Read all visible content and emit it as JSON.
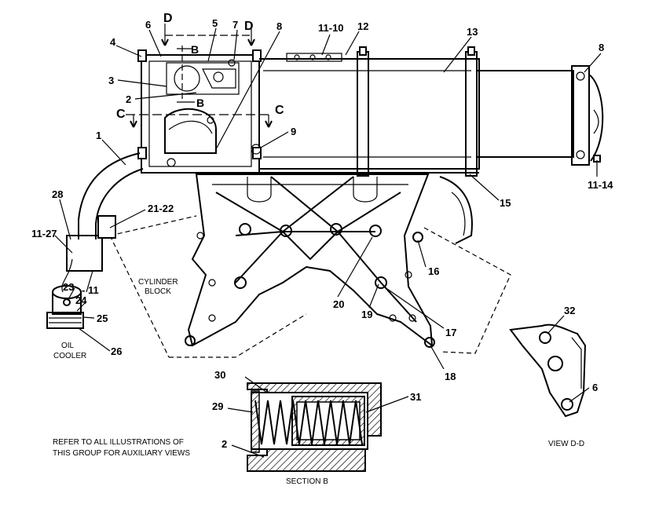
{
  "callouts": {
    "c1": "1",
    "c2a": "2",
    "c2b": "2",
    "c3": "3",
    "c4": "4",
    "c5": "5",
    "c6a": "6",
    "c6b": "6",
    "c7": "7",
    "c8a": "8",
    "c8b": "8",
    "c9": "9",
    "c10": "11-10",
    "c11": "- 11",
    "c12": "12",
    "c13": "13",
    "c14": "11-14",
    "c15": "15",
    "c16": "16",
    "c17": "17",
    "c18": "18",
    "c19": "19",
    "c20": "20",
    "c21": "21-22",
    "c23": "23",
    "c24": "24",
    "c25": "25",
    "c26": "26",
    "c27": "11-27",
    "c28": "28",
    "c29": "29",
    "c30": "30",
    "c31": "31",
    "c32": "32"
  },
  "section_marks": {
    "d1": "D",
    "d2": "D",
    "b1": "B",
    "b2": "B",
    "cc1": "C",
    "cc2": "C"
  },
  "labels": {
    "cylinder_block_1": "CYLINDER",
    "cylinder_block_2": "BLOCK",
    "oil_cooler_1": "OIL",
    "oil_cooler_2": "COOLER",
    "section_b": "SECTION  B",
    "view_dd": "VIEW  D-D",
    "note_1": "REFER TO ALL ILLUSTRATIONS OF",
    "note_2": "THIS GROUP FOR AUXILIARY VIEWS"
  }
}
